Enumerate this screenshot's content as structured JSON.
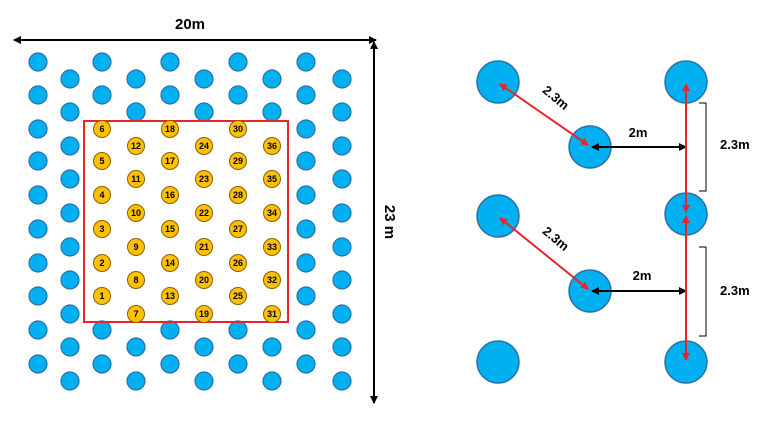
{
  "left_panel": {
    "width_label": "20m",
    "height_label": "23 m",
    "numbered_points": [
      "1",
      "2",
      "3",
      "4",
      "5",
      "6",
      "7",
      "8",
      "9",
      "10",
      "11",
      "12",
      "13",
      "14",
      "15",
      "16",
      "17",
      "18",
      "19",
      "20",
      "21",
      "22",
      "23",
      "24",
      "25",
      "26",
      "27",
      "28",
      "29",
      "30",
      "31",
      "32",
      "33",
      "34",
      "35",
      "36"
    ]
  },
  "right_panel": {
    "diagonal_spacing_top": "2.3m",
    "diagonal_spacing_bottom": "2.3m",
    "horizontal_spacing_top": "2m",
    "horizontal_spacing_bottom": "2m",
    "vertical_spacing_top": "2.3m",
    "vertical_spacing_bottom": "2.3m"
  },
  "colors": {
    "tree_fill": "#00b0f0",
    "tree_stroke": "#2a6fa8",
    "sample_fill": "#ffc000",
    "sample_stroke": "#8a6000",
    "plot_border": "#e8262a",
    "arrow_red": "#e8262a",
    "arrow_black": "#000000"
  }
}
